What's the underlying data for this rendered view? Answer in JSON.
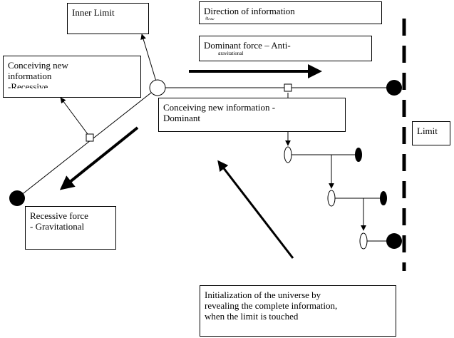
{
  "diagram": {
    "colors": {
      "line": "#000000",
      "background": "#ffffff"
    },
    "labels": {
      "inner_limit": "Inner Limit",
      "direction": [
        "Direction of information",
        "flow"
      ],
      "dominant_force": [
        "Dominant force – Anti-",
        "gravitational"
      ],
      "conceiving_recessive": [
        "Conceiving new",
        "information",
        "-Recessive"
      ],
      "conceiving_dominant": [
        "Conceiving new information -",
        "Dominant"
      ],
      "limit": "Limit",
      "recessive_force": [
        "Recessive force",
        "- Gravitational"
      ],
      "initialization": [
        "Initialization of the universe by",
        "revealing the complete information,",
        "when the limit is touched"
      ]
    }
  }
}
